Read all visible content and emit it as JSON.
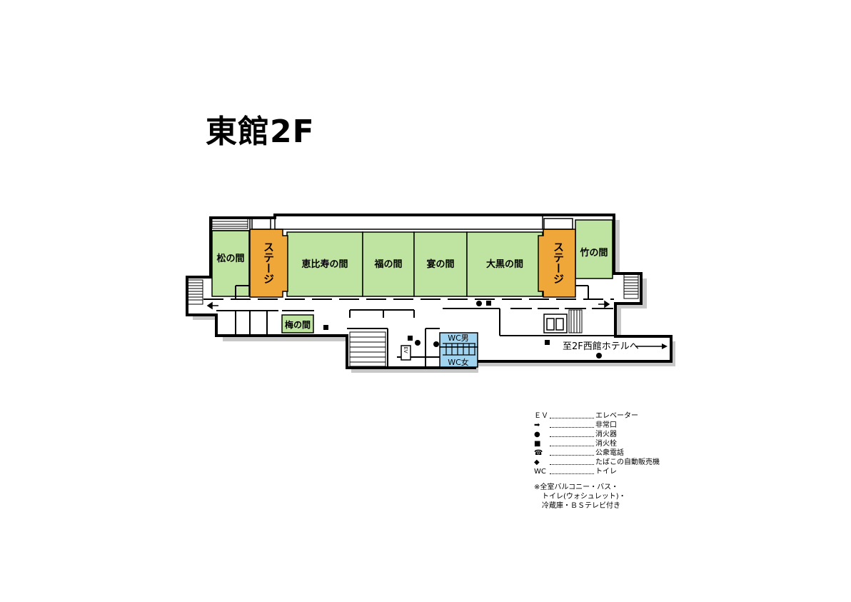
{
  "title": "東館2F",
  "colors": {
    "room": "#bfe3a0",
    "stage": "#f0a73a",
    "wc": "#9fd3ef",
    "wall": "#000000",
    "shadow": "#c8c8c8"
  },
  "rooms": {
    "matsu": "松の間",
    "ebisu": "恵比寿の間",
    "fuku": "福の間",
    "en": "宴の間",
    "daikoku": "大黒の間",
    "take": "竹の間",
    "ume": "梅の間",
    "stage": "ステージ"
  },
  "facilities": {
    "wc_men": "WC男",
    "wc_women": "WC女",
    "ev": "EV",
    "to_west": "至2F西館ホテルへ"
  },
  "legend": [
    {
      "symbol": "ＥＶ",
      "icon": "elevator-label",
      "label": "エレベーター"
    },
    {
      "symbol": "➡",
      "icon": "exit-arrow-icon",
      "label": "非常口"
    },
    {
      "symbol": "●",
      "icon": "extinguisher-icon",
      "label": "消火器"
    },
    {
      "symbol": "■",
      "icon": "hydrant-icon",
      "label": "消火栓"
    },
    {
      "symbol": "☎",
      "icon": "phone-icon",
      "label": "公衆電話"
    },
    {
      "symbol": "◆",
      "icon": "vending-icon",
      "label": "たばこの自動販売機"
    },
    {
      "symbol": "WC",
      "icon": "toilet-label",
      "label": "トイレ"
    }
  ],
  "note": [
    "※全室バルコニー・バス・",
    "トイレ(ウォシュレット)・",
    "冷蔵庫・ＢＳテレビ付き"
  ]
}
